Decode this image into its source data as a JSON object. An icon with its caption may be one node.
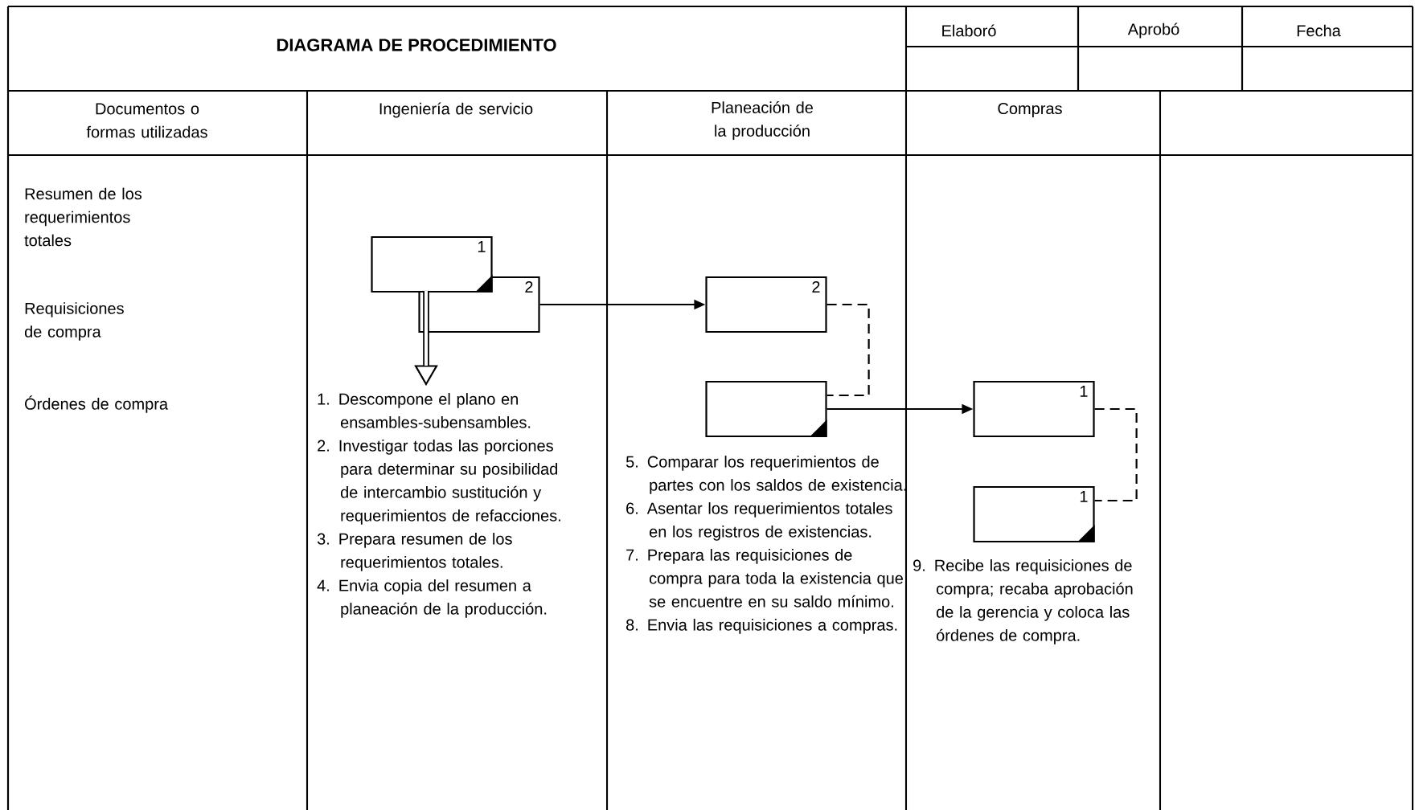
{
  "diagram": {
    "title": "DIAGRAMA DE PROCEDIMIENTO",
    "nodes": [
      {
        "text": [
          "1"
        ]
      },
      {
        "text": [
          "2"
        ]
      },
      {
        "text": [
          "2"
        ]
      },
      {
        "text": [],
        "shape": "box"
      },
      {
        "text": [
          "1"
        ]
      },
      {
        "text": [
          "1"
        ]
      },
      {
        "text": [],
        "shape": "triangle"
      }
    ],
    "edges": [
      {
        "from": 1,
        "to": 6,
        "arrow": "none",
        "style": "thick"
      },
      {
        "from": 1,
        "to": 2,
        "arrow": "to"
      },
      {
        "from": 2,
        "to": 3,
        "arrow": "none",
        "style": "dashed"
      },
      {
        "from": 3,
        "to": 4,
        "arrow": "to"
      },
      {
        "from": 4,
        "to": 5,
        "arrow": "none",
        "style": "dashed"
      }
    ],
    "labels": [
      "Elaboró",
      "Aprobó",
      "Fecha",
      "Documentos o formas utilizadas",
      "Ingeniería de servicio",
      "Planeación de la producción",
      "Compras",
      "Resumen de los requerimientos totales",
      "Requisiciones de compra",
      "Órdenes de compra",
      "1. Descompone el plano en ensambles-subensambles.",
      "2. Investigar todas las porciones para determinar su posibilidad de intercambio sustitución y requerimientos de refacciones.",
      "3. Prepara resumen de los requerimientos totales.",
      "4. Envia copia del resumen a planeación de la producción.",
      "5. Comparar los requerimientos de partes con los saldos de existencia.",
      "6. Asentar los requerimientos totales en los registros de existencias.",
      "7. Prepara las requisiciones de compra para toda la existencia que se encuentre en su saldo mínimo.",
      "8. Envia las requisiciones a compras.",
      "9. Recibe las requisiciones de compra; recaba aprobación de la gerencia y coloca las órdenes de compra."
    ]
  }
}
